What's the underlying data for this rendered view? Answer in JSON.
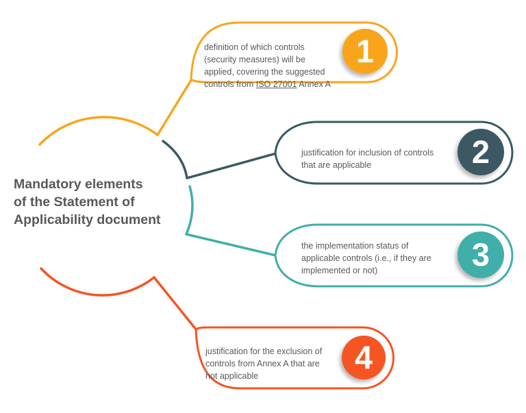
{
  "page": {
    "background": "#FFFFFF"
  },
  "title": {
    "text": "Mandatory elements\nof the Statement of\nApplicability document",
    "color": "#58595B"
  },
  "items": [
    {
      "number": "1",
      "color": "#F9A51C",
      "text_before": "definition of which controls\n(security measures) will be\napplied, covering the suggested\ncontrols from ",
      "link_text": "ISO 27001",
      "text_after": " Annex A"
    },
    {
      "number": "2",
      "color": "#3A5963",
      "text": "justification for inclusion of controls\nthat are applicable"
    },
    {
      "number": "3",
      "color": "#41AEA9",
      "text": "the implementation status of\napplicable controls (i.e., if they are\nimplemented or not)"
    },
    {
      "number": "4",
      "color": "#F55422",
      "text": "justification for the exclusion of\ncontrols from Annex A that are\nnot applicable"
    }
  ],
  "palette": {
    "text_gray": "#58595B",
    "number_text": "#FFFFFF",
    "yellow": "#F9A51C",
    "slate": "#3A5963",
    "teal": "#41AEA9",
    "orange_red": "#F55422"
  }
}
